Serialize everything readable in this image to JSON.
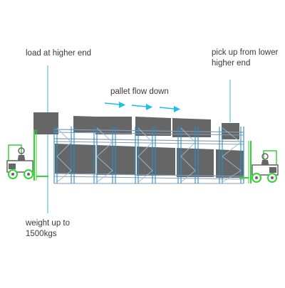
{
  "labels": {
    "load_end": "load at higher end",
    "pickup_end_line1": "pick up from lower",
    "pickup_end_line2": "higher end",
    "flow": "pallet flow down",
    "weight_line1": "weight up to",
    "weight_line2": "1500kgs"
  },
  "colors": {
    "pallet": "#666666",
    "rack_line": "#8a9bb0",
    "upright": "#2a8fcb",
    "pointer_line": "#69c8d8",
    "flow_arrow": "#19c0e8",
    "forklift_green": "#35d435",
    "forklift_body": "#666666",
    "text": "#3a3a3a"
  },
  "icons": [
    "forklift-icon",
    "arrow-right-icon"
  ]
}
